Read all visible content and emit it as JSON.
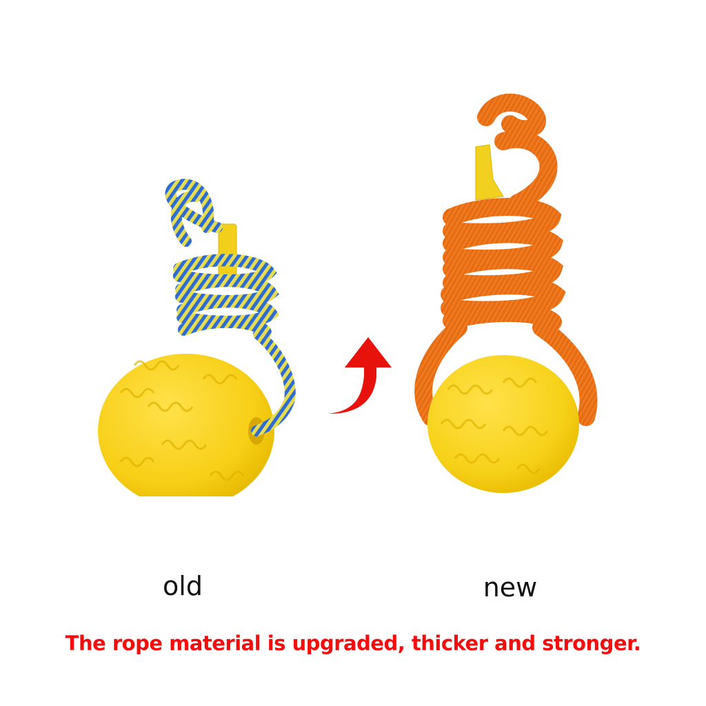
{
  "products": {
    "old": {
      "label": "old",
      "rope_color_primary": "#2f6fd0",
      "rope_color_secondary": "#e3d94a",
      "ball_color": "#f7d21a"
    },
    "new": {
      "label": "new",
      "rope_color_primary": "#f07a1f",
      "ball_color": "#f7d21a"
    }
  },
  "arrow": {
    "icon": "curved-up-arrow-icon",
    "color": "#e8120c"
  },
  "caption": {
    "text": "The rope material is upgraded, thicker and stronger.",
    "color": "#f20e0e"
  }
}
